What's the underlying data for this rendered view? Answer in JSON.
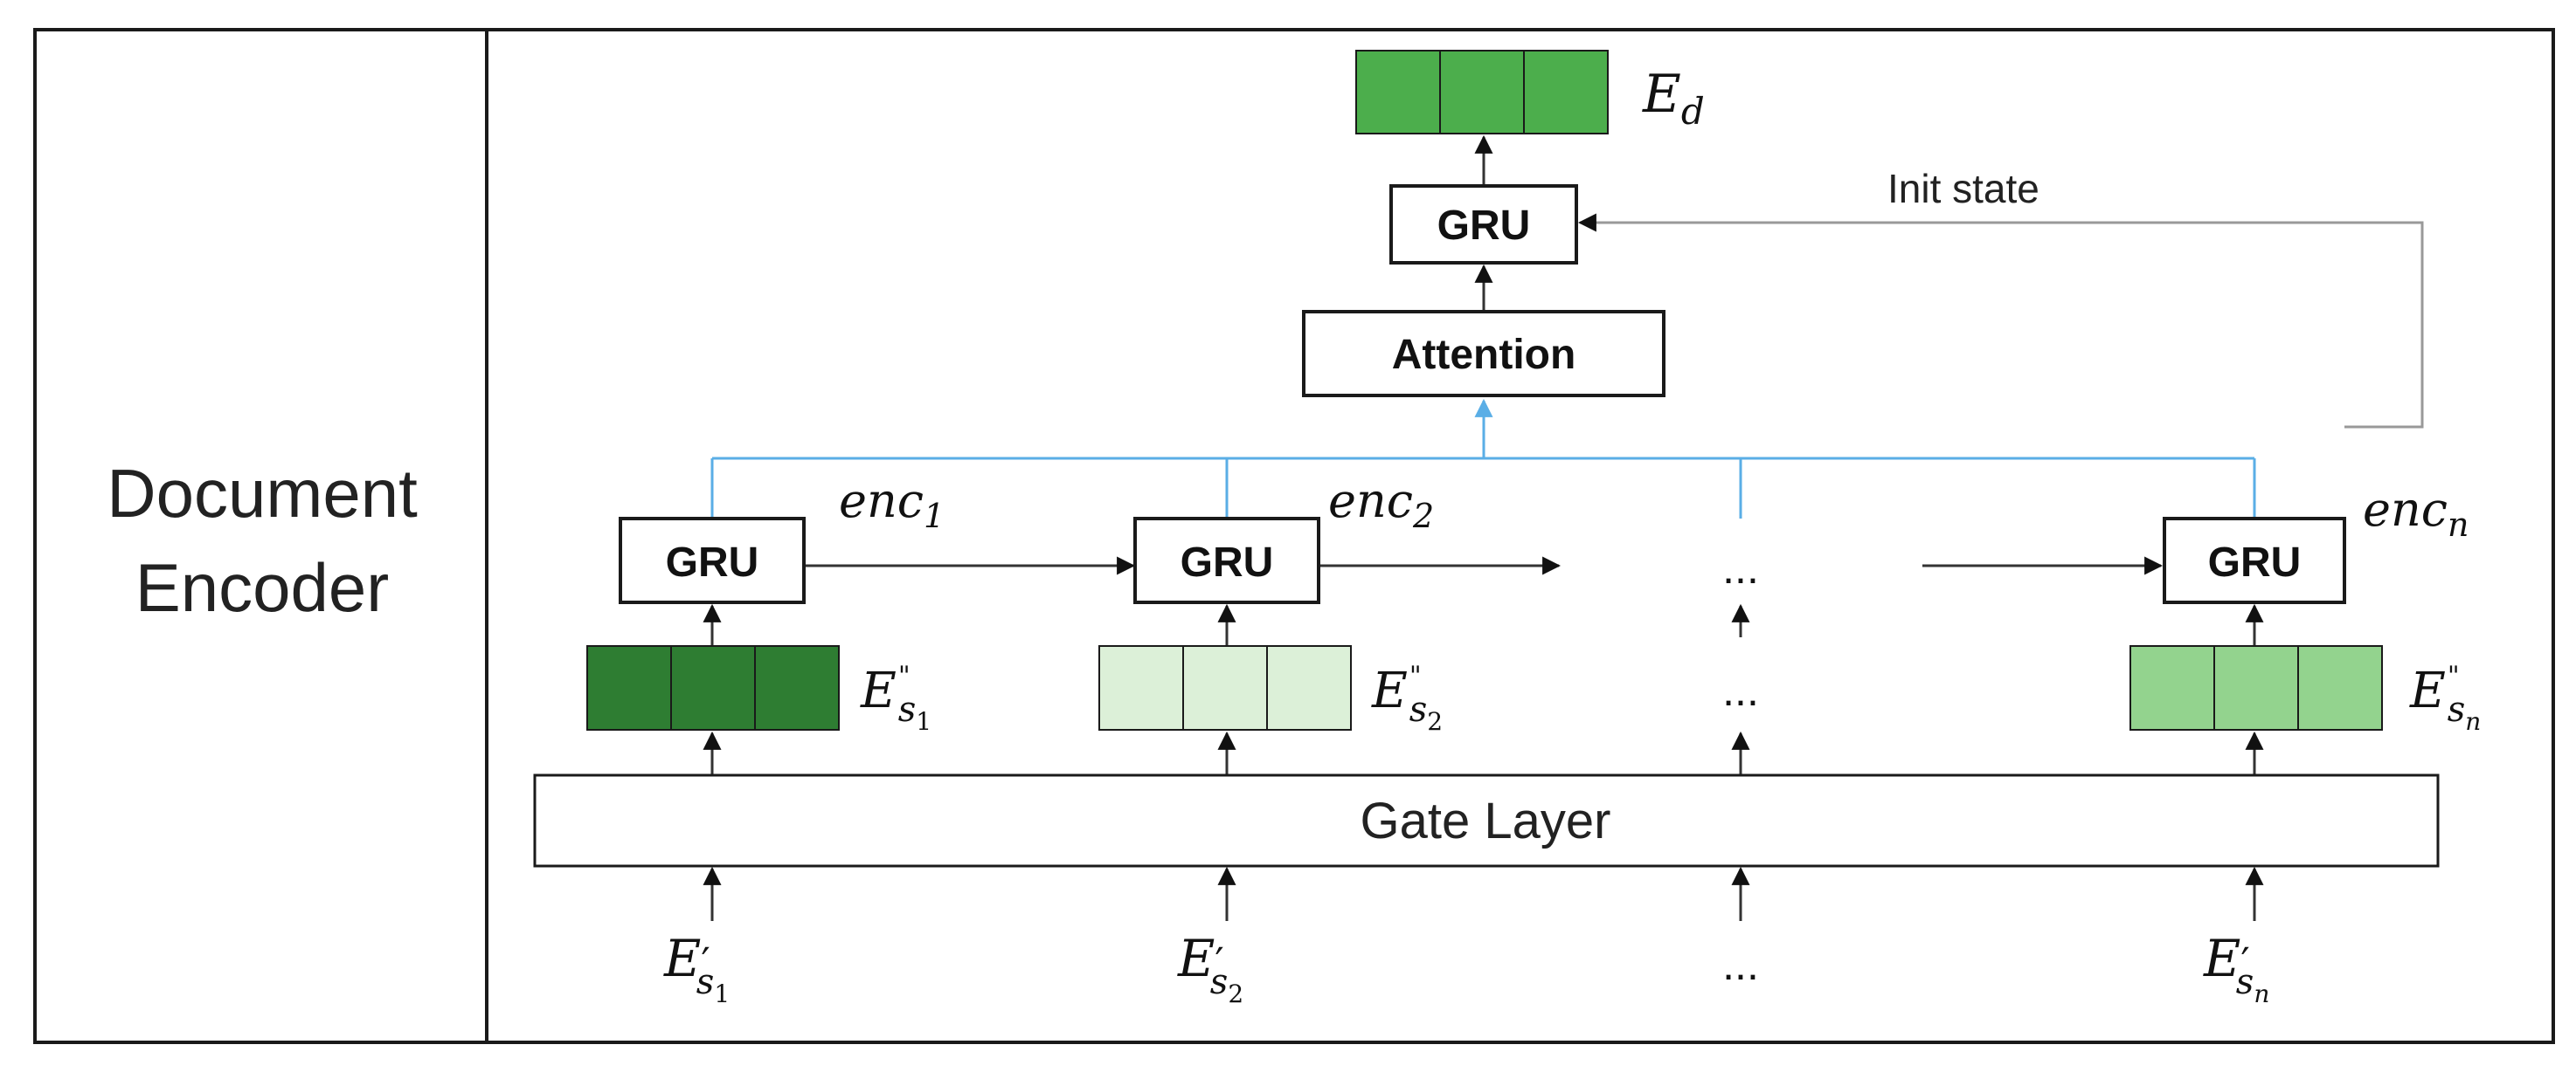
{
  "section_label": {
    "line1": "Document",
    "line2": "Encoder"
  },
  "output": {
    "label_base": "E",
    "label_sub": "d",
    "color": "#4cae4c"
  },
  "top_gru": {
    "label": "GRU"
  },
  "attention": {
    "label": "Attention"
  },
  "init_state": {
    "label": "Init state"
  },
  "gate_layer": {
    "label": "Gate Layer"
  },
  "ellipsis": "...",
  "columns": [
    {
      "gru_label": "GRU",
      "enc_base": "enc",
      "enc_sub": "1",
      "emb_base": "E",
      "emb_sup": "\"",
      "emb_sub": "s",
      "emb_subsub": "1",
      "emb_color": "#2e7d32",
      "input_base": "E",
      "input_prime": "′",
      "input_sub": "s",
      "input_subsub": "1"
    },
    {
      "gru_label": "GRU",
      "enc_base": "enc",
      "enc_sub": "2",
      "emb_base": "E",
      "emb_sup": "\"",
      "emb_sub": "s",
      "emb_subsub": "2",
      "emb_color": "#dcf0d8",
      "input_base": "E",
      "input_prime": "′",
      "input_sub": "s",
      "input_subsub": "2"
    },
    {
      "gru_label": "GRU",
      "enc_base": "enc",
      "enc_sub": "n",
      "emb_base": "E",
      "emb_sup": "\"",
      "emb_sub": "s",
      "emb_subsub": "n",
      "emb_color": "#93d38e",
      "input_base": "E",
      "input_prime": "′",
      "input_sub": "s",
      "input_subsub": "n"
    }
  ],
  "colors": {
    "stroke": "#1a1a1a",
    "arrow": "#333333",
    "attention_link": "#5aaee6",
    "feedback": "#999999"
  }
}
